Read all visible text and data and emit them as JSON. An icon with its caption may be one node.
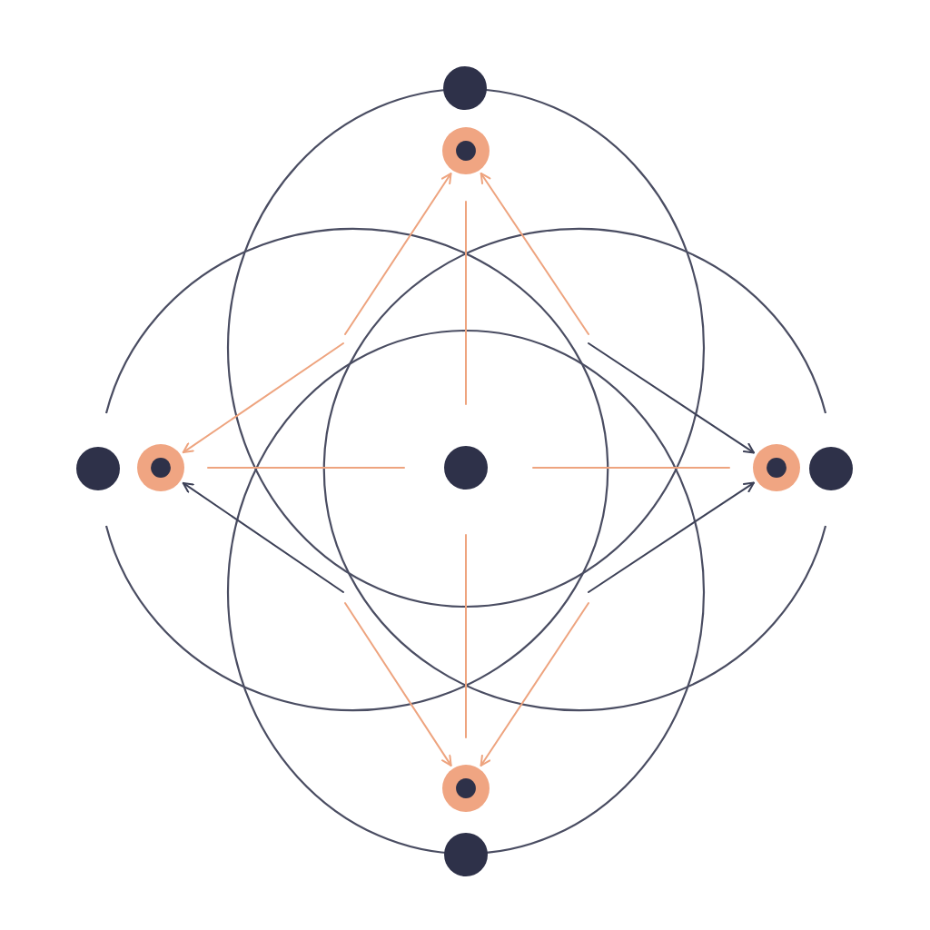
{
  "diagram": {
    "nodes": [
      {
        "text": [],
        "shape": "circle"
      },
      {
        "text": [],
        "shape": "circle"
      },
      {
        "text": [],
        "shape": "circle"
      },
      {
        "text": [],
        "shape": "circle"
      },
      {
        "text": [],
        "shape": "circle"
      },
      {
        "text": [],
        "shape": "circle"
      },
      {
        "text": [],
        "shape": "circle"
      },
      {
        "text": [],
        "shape": "circle"
      },
      {
        "text": [],
        "shape": "circle"
      }
    ],
    "edges": [
      {
        "from": null,
        "to": 1,
        "arrow": "to"
      },
      {
        "from": null,
        "to": 1,
        "arrow": "to"
      },
      {
        "from": null,
        "to": 3,
        "arrow": "to"
      },
      {
        "from": null,
        "to": 3,
        "arrow": "to",
        "color": "#3d4157"
      },
      {
        "from": null,
        "to": 5,
        "arrow": "to",
        "color": "#3d4157"
      },
      {
        "from": null,
        "to": 5,
        "arrow": "to",
        "color": "#3d4157"
      },
      {
        "from": null,
        "to": 7,
        "arrow": "to"
      },
      {
        "from": null,
        "to": 7,
        "arrow": "to"
      },
      {
        "from": 4,
        "to": 1,
        "arrow": "none"
      },
      {
        "from": 4,
        "to": 3,
        "arrow": "none"
      },
      {
        "from": 4,
        "to": 5,
        "arrow": "none"
      },
      {
        "from": 4,
        "to": 7,
        "arrow": "none"
      }
    ]
  }
}
